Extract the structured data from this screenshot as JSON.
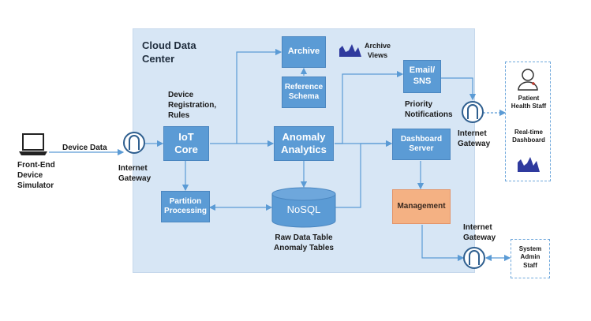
{
  "cloud": {
    "title": "Cloud Data\nCenter"
  },
  "nodes": {
    "iot_core": "IoT\nCore",
    "anomaly": "Anomaly\nAnalytics",
    "archive": "Archive",
    "reference": "Reference\nSchema",
    "email": "Email/\nSNS",
    "dashboard_server": "Dashboard\nServer",
    "management": "Management",
    "partition": "Partition\nProcessing",
    "nosql": "NoSQL"
  },
  "labels": {
    "device_registration": "Device\nRegistration,\nRules",
    "archive_views": "Archive\nViews",
    "priority": "Priority\nNotifications",
    "raw_tables": "Raw Data Table\nAnomaly Tables",
    "device_data": "Device Data",
    "front_end": "Front-End\nDevice\nSimulator",
    "gateway_left": "Internet\nGateway",
    "gateway_top": "Internet\nGateway",
    "gateway_bottom": "Internet\nGateway",
    "patient": "Patient\nHealth Staff",
    "realtime": "Real-time\nDashboard",
    "admin": "System\nAdmin\nStaff"
  },
  "icons": [
    "laptop-icon",
    "gateway-icon",
    "person-icon",
    "sparkline-icon"
  ],
  "colors": {
    "box": "#5b9bd5",
    "management": "#f4b183",
    "cloud": "#d7e6f5"
  }
}
